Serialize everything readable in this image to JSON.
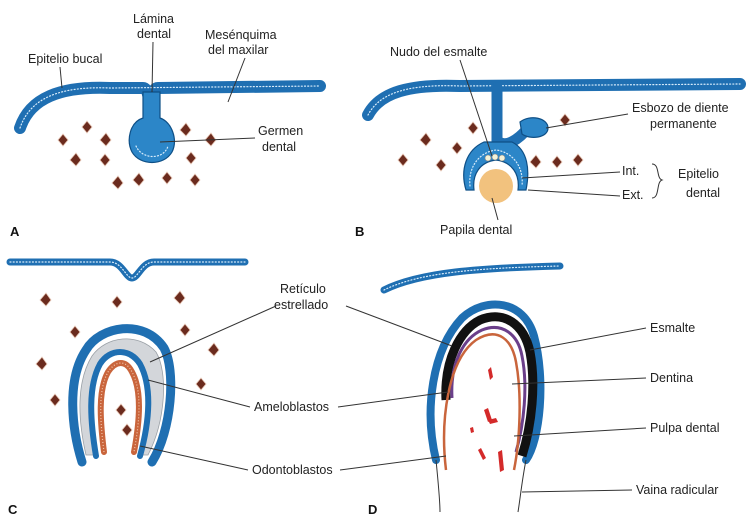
{
  "panels": {
    "A": {
      "letter": "A",
      "labels": {
        "lamina_line1": "Lámina",
        "lamina_line2": "dental",
        "mesenquima_line1": "Mesénquima",
        "mesenquima_line2": "del maxilar",
        "epitelio_bucal": "Epitelio bucal",
        "germen_line1": "Germen",
        "germen_line2": "dental"
      }
    },
    "B": {
      "letter": "B",
      "labels": {
        "nudo": "Nudo del esmalte",
        "esbozo_line1": "Esbozo de diente",
        "esbozo_line2": "permanente",
        "int": "Int.",
        "ext": "Ext.",
        "epitelio_line1": "Epitelio",
        "epitelio_line2": "dental",
        "papila": "Papila dental"
      }
    },
    "C": {
      "letter": "C"
    },
    "D": {
      "letter": "D",
      "labels": {
        "esmalte": "Esmalte",
        "dentina": "Dentina",
        "pulpa": "Pulpa dental",
        "vaina": "Vaina radicular"
      }
    },
    "shared": {
      "reticulo_line1": "Retículo",
      "reticulo_line2": "estrellado",
      "ameloblastos": "Ameloblastos",
      "odontoblastos": "Odontoblastos"
    }
  },
  "colors": {
    "epithelium": "#2c86c8",
    "mesenchyme_cells": "#6b2b1e",
    "papilla": "#f2c27e",
    "odontoblasts": "#c9653c",
    "stellate_reticulum": "#d3d6da",
    "pulp_vessels": "#d42a2a"
  }
}
